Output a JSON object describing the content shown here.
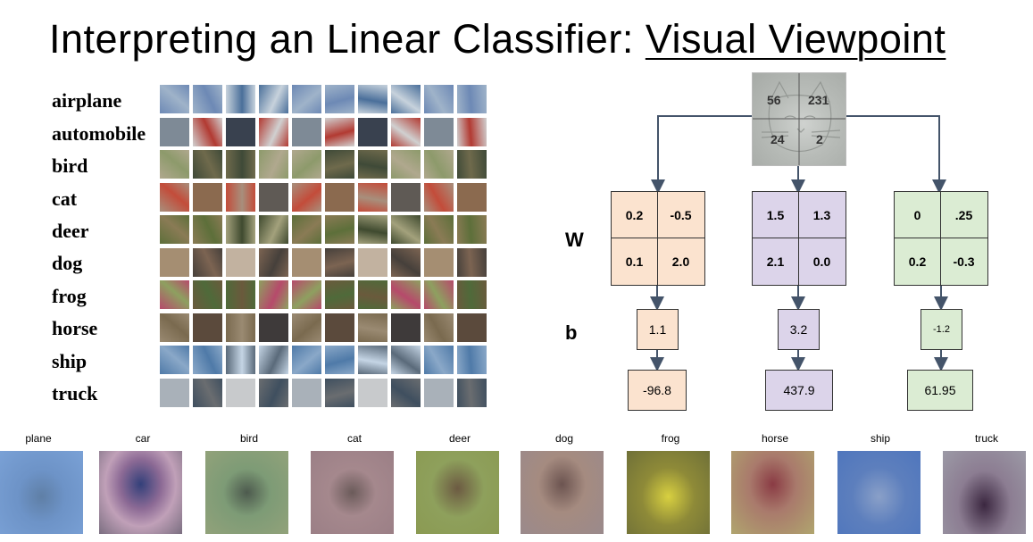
{
  "title": {
    "prefix": "Interpreting an Linear Classifier: ",
    "underlined": "Visual Viewpoint"
  },
  "classes": [
    "airplane",
    "automobile",
    "bird",
    "cat",
    "deer",
    "dog",
    "frog",
    "horse",
    "ship",
    "truck"
  ],
  "input_pixels": [
    "56",
    "231",
    "24",
    "2"
  ],
  "row_labels": {
    "w": "W",
    "b": "b"
  },
  "weights": [
    [
      "0.2",
      "-0.5",
      "0.1",
      "2.0"
    ],
    [
      "1.5",
      "1.3",
      "2.1",
      "0.0"
    ],
    [
      "0",
      ".25",
      "0.2",
      "-0.3"
    ]
  ],
  "biases": [
    "1.1",
    "3.2",
    "-1.2"
  ],
  "scores": [
    "-96.8",
    "437.9",
    "61.95"
  ],
  "colors": {
    "orange": "#fbe3cf",
    "purple": "#dcd4ea",
    "green": "#dbecd3",
    "arrow": "#44546a"
  },
  "templates": [
    "plane",
    "car",
    "bird",
    "cat",
    "deer",
    "dog",
    "frog",
    "horse",
    "ship",
    "truck"
  ]
}
